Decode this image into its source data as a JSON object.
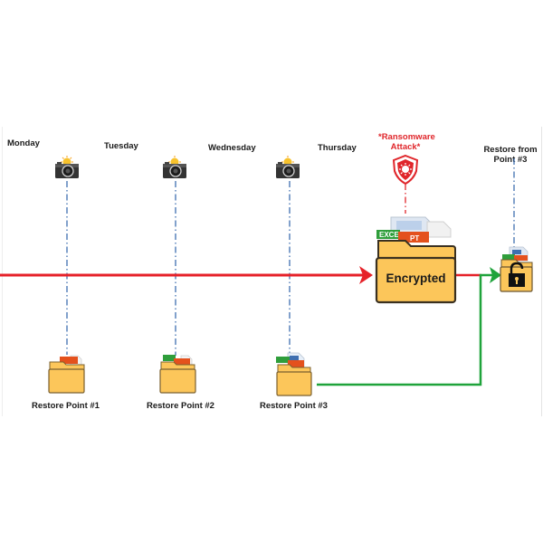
{
  "days": [
    {
      "label": "Monday"
    },
    {
      "label": "Tuesday"
    },
    {
      "label": "Wednesday"
    },
    {
      "label": "Thursday"
    }
  ],
  "attack": {
    "label_line1": "*Ransomware",
    "label_line2": "Attack*",
    "encrypted_label": "Encrypted"
  },
  "restore": {
    "label_line1": "Restore from",
    "label_line2": "Point #3"
  },
  "restore_points": [
    {
      "label": "Restore Point #1",
      "files": [
        "PPT"
      ]
    },
    {
      "label": "Restore Point #2",
      "files": [
        "XLSX",
        "PPT"
      ]
    },
    {
      "label": "Restore Point #3",
      "files": [
        "XLSX",
        "DOC",
        "PPT"
      ]
    }
  ],
  "colors": {
    "timeline_red": "#e62129",
    "restore_green": "#1fa33b",
    "dash_blue": "#3f6fb0",
    "folder_fill": "#fcc65a",
    "folder_stroke": "#3a3020",
    "attack_red": "#e0262b"
  },
  "icons": {
    "camera": "camera-icon",
    "shield": "virus-shield-icon",
    "folder": "folder-icon",
    "lock": "padlock-icon"
  }
}
